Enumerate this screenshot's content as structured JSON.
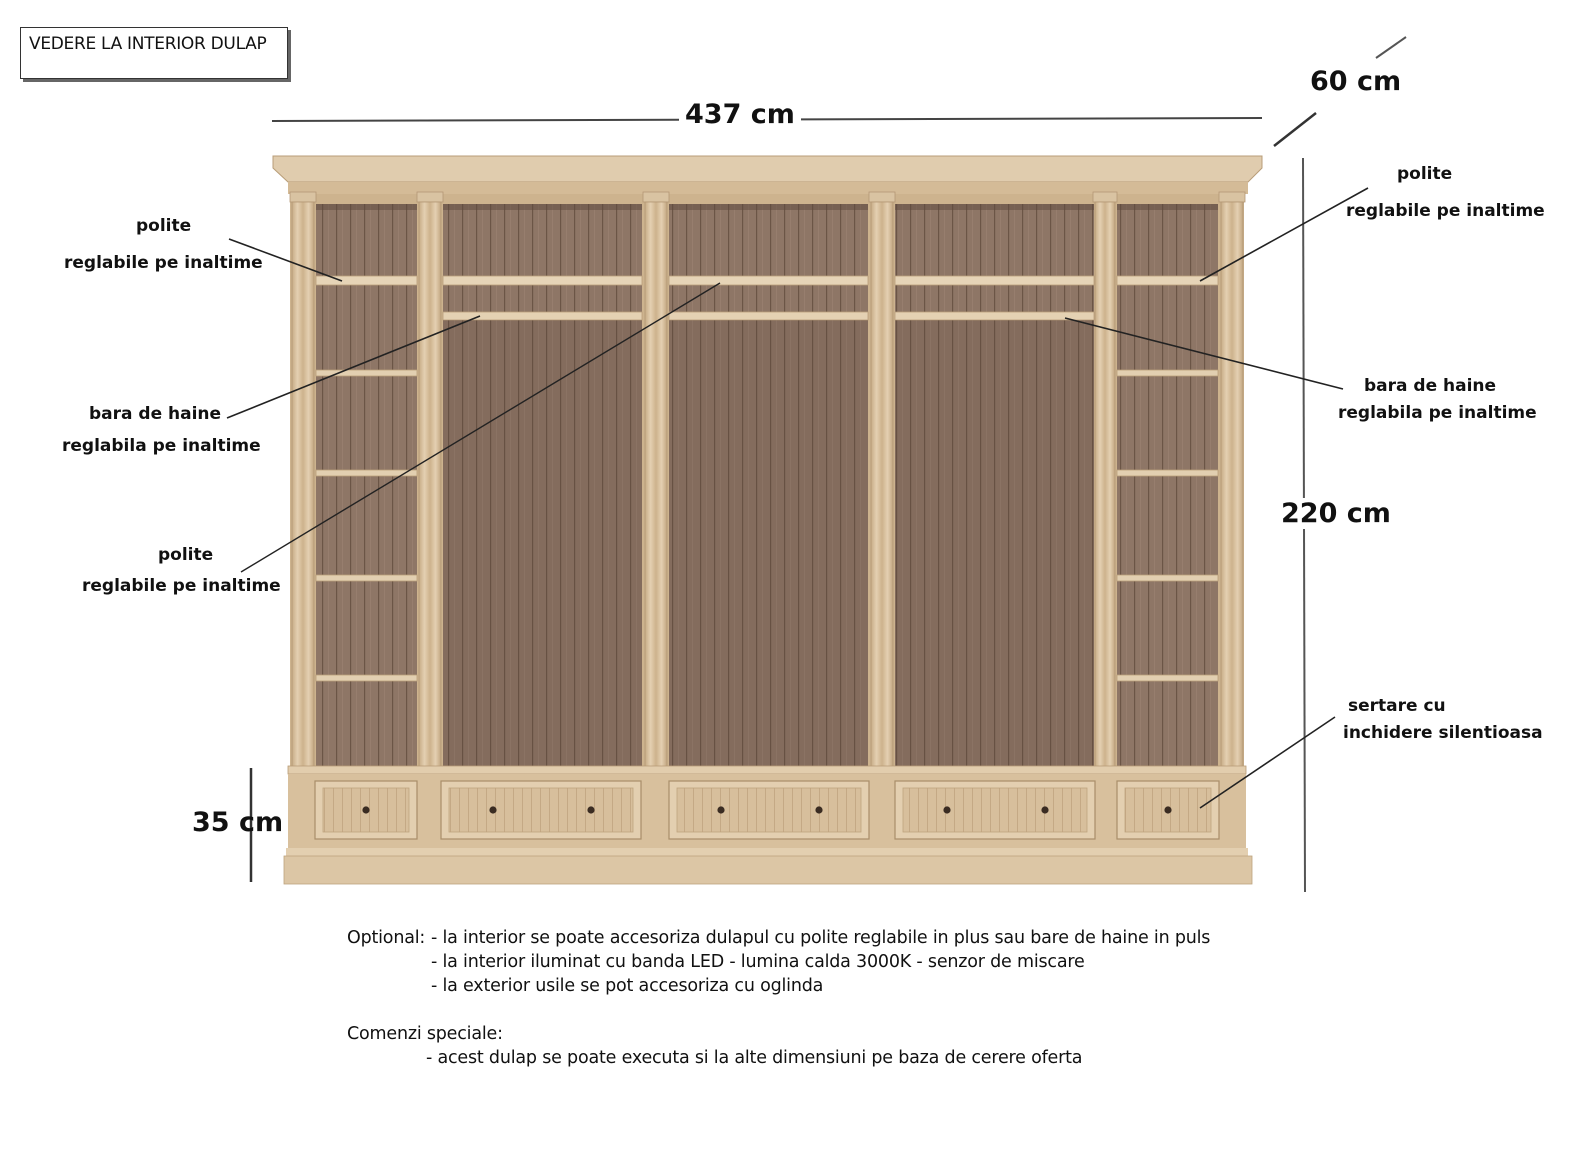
{
  "title": "VEDERE LA INTERIOR DULAP",
  "dimensions": {
    "width": "437 cm",
    "depth": "60 cm",
    "height": "220 cm",
    "base": "35 cm"
  },
  "labels": {
    "left_top": {
      "line1": "polite",
      "line2": "reglabile   pe inaltime"
    },
    "left_mid": {
      "line1": "bara de haine",
      "line2": "reglabila pe inaltime"
    },
    "left_bottom": {
      "line1": "polite",
      "line2": "reglabile   pe inaltime"
    },
    "right_top": {
      "line1": "polite",
      "line2": "reglabile   pe inaltime"
    },
    "right_mid": {
      "line1": "bara de haine",
      "line2": "reglabila pe inaltime"
    },
    "right_bottom": {
      "line1": "sertare    cu",
      "line2": "inchidere silentioasa"
    }
  },
  "notes": {
    "optional_label": "Optional:",
    "optional_items": [
      "- la interior se poate accesoriza dulapul cu polite reglabile in plus sau bare de haine in puls",
      "- la interior iluminat cu banda LED - lumina calda 3000K - senzor de miscare",
      "- la exterior usile se pot accesoriza cu oglinda"
    ],
    "special_label": "Comenzi speciale:",
    "special_items": [
      "- acest dulap se poate executa si la alte dimensiuni pe baza de cerere oferta"
    ]
  },
  "colors": {
    "wood_light": "#dcc6a6",
    "wood_mid": "#cdb38e",
    "wood_dark_back": "#8a7262",
    "line": "#222222"
  }
}
